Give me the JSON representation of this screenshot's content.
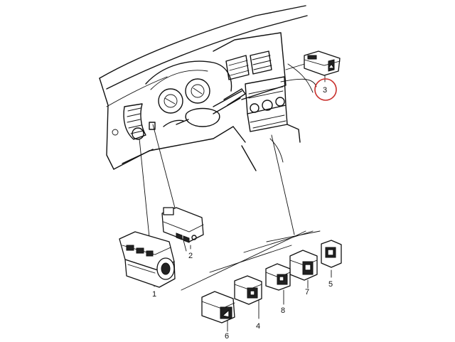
{
  "callouts": [
    {
      "id": "1",
      "label": "1"
    },
    {
      "id": "2",
      "label": "2"
    },
    {
      "id": "3",
      "label": "3"
    },
    {
      "id": "4",
      "label": "4"
    },
    {
      "id": "5",
      "label": "5"
    },
    {
      "id": "6",
      "label": "6"
    },
    {
      "id": "7",
      "label": "7"
    },
    {
      "id": "8",
      "label": "8"
    }
  ],
  "highlight": {
    "callout": "3",
    "color": "#c8302c"
  }
}
